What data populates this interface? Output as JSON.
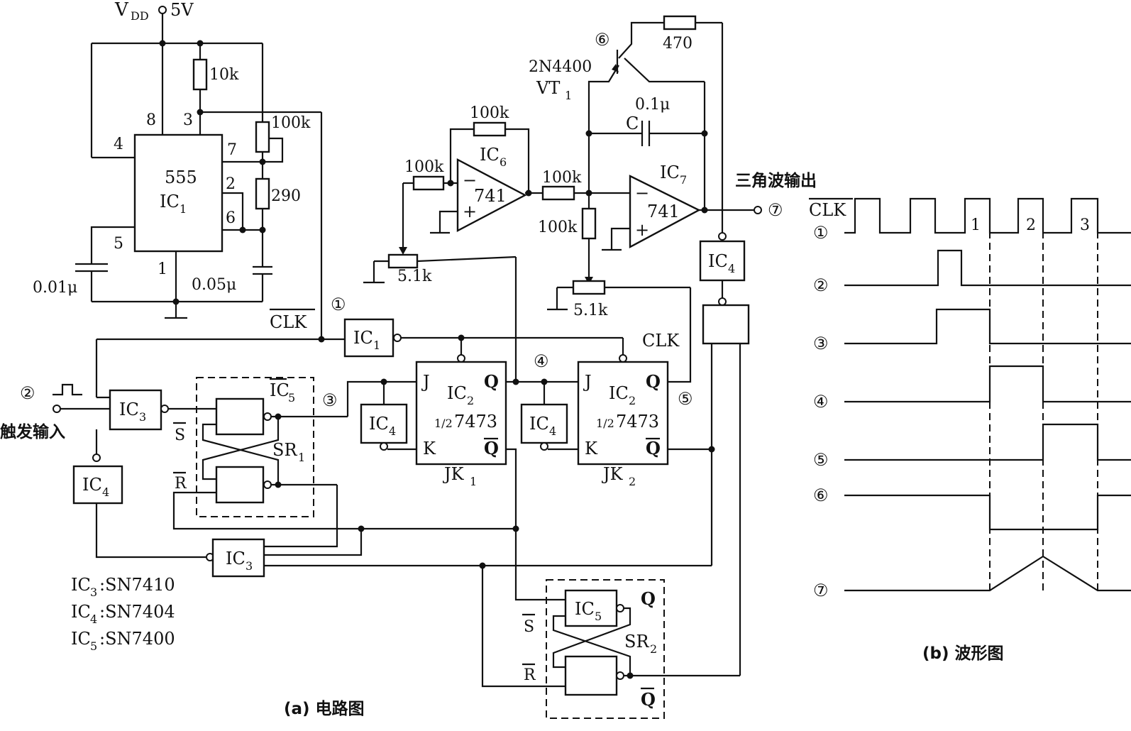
{
  "supply": {
    "vdd": "V",
    "vdd_sub": "DD",
    "volt": "5V"
  },
  "ic555": {
    "type": "555",
    "name": "IC",
    "name_sub": "1",
    "pins": {
      "p8": "8",
      "p3": "3",
      "p4": "4",
      "p7": "7",
      "p2": "2",
      "p6": "6",
      "p5": "5",
      "p1": "1"
    }
  },
  "res": {
    "r10k": "10k",
    "r100k_pot": "100k",
    "r290": "290",
    "r100k_a": "100k",
    "r100k_b": "100k",
    "r100k_c": "100k",
    "r100k_d": "100k",
    "pot1": "5.1k",
    "pot2": "5.1k",
    "r470": "470"
  },
  "caps": {
    "c001": "0.01μ",
    "c005": "0.05μ",
    "c01": "0.1μ",
    "c_label": "C"
  },
  "signals": {
    "clk_bar": "CLK",
    "clk": "CLK",
    "n1": "①",
    "n2": "②",
    "n3": "③",
    "n4": "④",
    "n5": "⑤",
    "n6": "⑥",
    "n7": "⑦",
    "trigger_in": "触发输入",
    "tri_out": "三角波输出"
  },
  "gates": {
    "ic1": "IC",
    "ic1_sub": "1",
    "ic3": "IC",
    "ic3_sub": "3",
    "ic3b": "IC",
    "ic3b_sub": "3",
    "ic4": "IC",
    "ic4_sub": "4",
    "ic5": "IC",
    "ic5_sub": "5",
    "ic5b": "IC",
    "ic5b_sub": "5"
  },
  "sr": {
    "sr1": "SR",
    "sr1_sub": "1",
    "sr2": "SR",
    "sr2_sub": "2",
    "s": "S",
    "r": "R",
    "q": "Q",
    "qbar": "Q"
  },
  "jk": {
    "ic2": "IC",
    "ic2_sub": "2",
    "half": "1/2",
    "part": "7473",
    "j": "J",
    "k": "K",
    "q": "Q",
    "qbar": "Q",
    "jk1": "JK",
    "jk1_sub": "1",
    "jk2": "JK",
    "jk2_sub": "2"
  },
  "opamps": {
    "ic6": "IC",
    "ic6_sub": "6",
    "ic7": "IC",
    "ic7_sub": "7",
    "part": "741",
    "minus": "−",
    "plus": "+"
  },
  "transistor": {
    "part": "2N4400",
    "name": "VT",
    "name_sub": "1"
  },
  "legend": [
    {
      "ic": "IC",
      "sub": "3",
      "part": ":SN7410"
    },
    {
      "ic": "IC",
      "sub": "4",
      "part": ":SN7404"
    },
    {
      "ic": "IC",
      "sub": "5",
      "part": ":SN7400"
    }
  ],
  "captions": {
    "a": "(a) 电路图",
    "b": "(b) 波形图"
  },
  "waveforms": {
    "rows": [
      "①",
      "②",
      "③",
      "④",
      "⑤",
      "⑥",
      "⑦"
    ],
    "clk_label": "CLK",
    "pulse_numbers": [
      "1",
      "2",
      "3"
    ]
  }
}
